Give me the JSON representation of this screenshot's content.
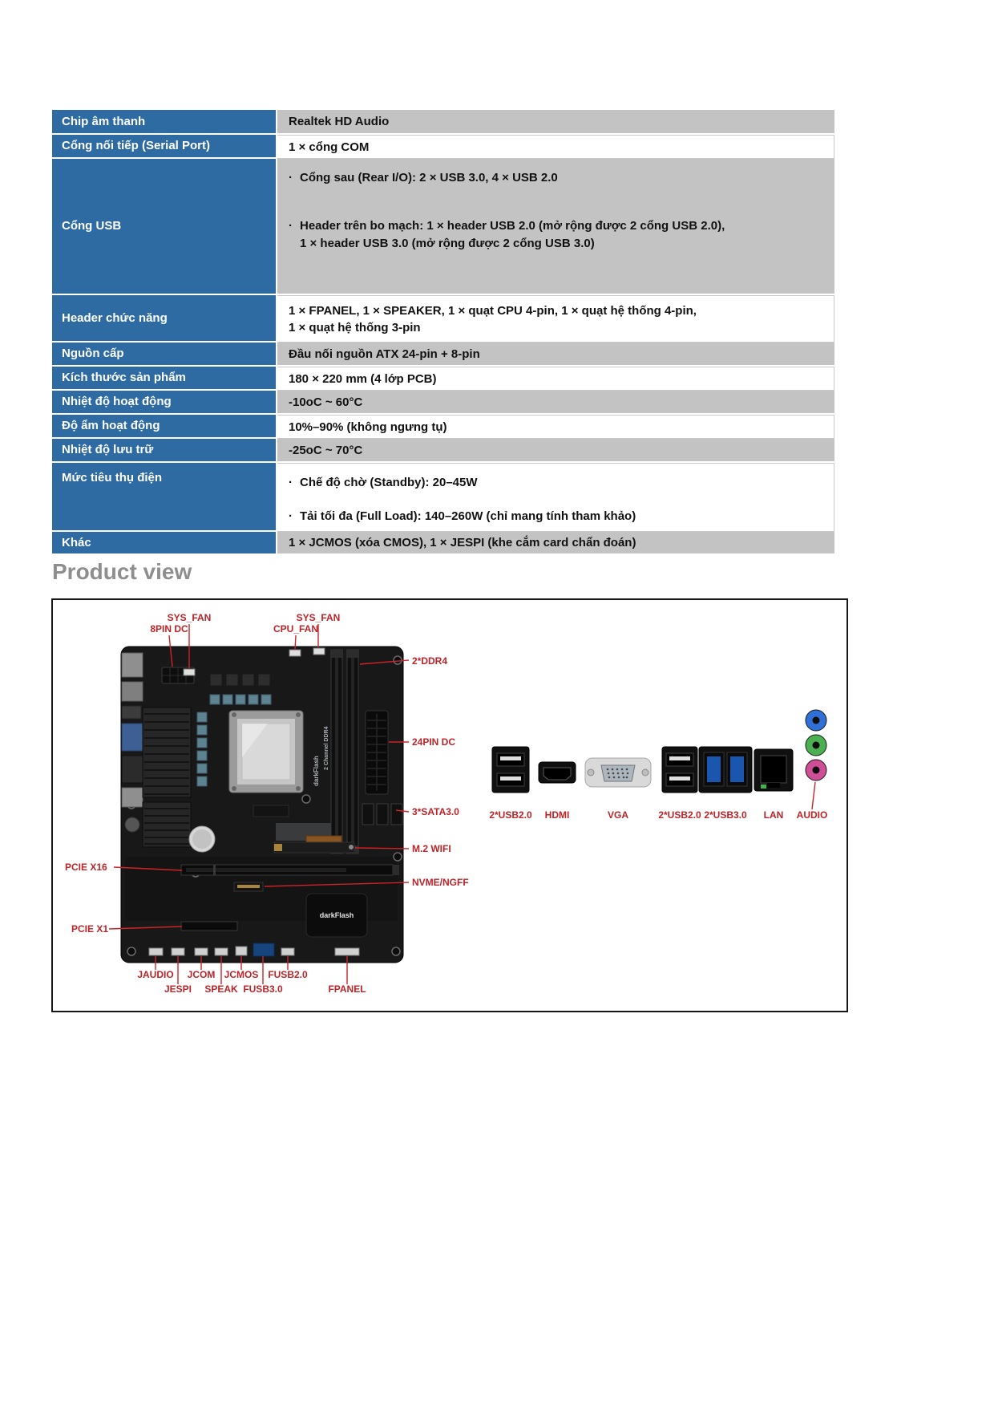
{
  "spec_table": {
    "rows": [
      {
        "label": "Chip âm thanh",
        "value": "Realtek HD Audio"
      },
      {
        "label": "Cổng nối tiếp (Serial Port)",
        "value": "1 × cổng COM"
      },
      {
        "label": "Cổng USB",
        "bullets": [
          "Cổng sau (Rear I/O): 2 × USB 3.0, 4 × USB 2.0",
          "Header trên bo mạch: 1 × header USB 2.0 (mở rộng được 2 cổng USB 2.0),\n1 × header USB 3.0 (mở rộng được 2 cổng USB 3.0)"
        ]
      },
      {
        "label": "Header chức năng",
        "value": "1 × FPANEL, 1 × SPEAKER, 1 × quạt CPU 4-pin, 1 × quạt hệ thống 4-pin,\n1 × quạt hệ thống 3-pin"
      },
      {
        "label": "Nguồn cấp",
        "value": "Đầu nối nguồn ATX 24-pin + 8-pin"
      },
      {
        "label": "Kích thước sản phẩm",
        "value": "180 × 220 mm (4 lớp PCB)"
      },
      {
        "label": "Nhiệt độ hoạt động",
        "value": "-10oC ~ 60°C"
      },
      {
        "label": "Độ ẩm hoạt động",
        "value": "10%–90% (không ngưng tụ)"
      },
      {
        "label": "Nhiệt độ lưu trữ",
        "value": "-25oC ~ 70°C"
      },
      {
        "label": "Mức tiêu thụ điện",
        "bullets": [
          "Chế độ chờ (Standby): 20–45W",
          "Tải tối đa (Full Load): 140–260W (chỉ mang tính tham khảo)"
        ]
      },
      {
        "label": "Khác",
        "value": "1 × JCMOS (xóa CMOS), 1 × JESPI (khe cắm card chẩn đoán)"
      }
    ]
  },
  "section_title": "Product view",
  "diagram": {
    "silkscreen": {
      "brand": "darkFlash",
      "ram_note": "2 Channel DDR4"
    },
    "labels": {
      "sys_fan_1": "SYS_FAN",
      "pin8_dc": "8PIN DC",
      "sys_fan_2": "SYS_FAN",
      "cpu_fan": "CPU_FAN",
      "ddr4": "2*DDR4",
      "pin24_dc": "24PIN DC",
      "sata": "3*SATA3.0",
      "m2_wifi": "M.2 WIFI",
      "nvme": "NVME/NGFF",
      "pcie_x16": "PCIE X16",
      "pcie_x1": "PCIE X1",
      "jaudio": "JAUDIO",
      "jcom": "JCOM",
      "jcmos": "JCMOS",
      "fusb2": "FUSB2.0",
      "jespi": "JESPI",
      "speak": "SPEAK",
      "fusb3": "FUSB3.0",
      "fpanel": "FPANEL",
      "io_usb2_a": "2*USB2.0",
      "io_hdmi": "HDMI",
      "io_vga": "VGA",
      "io_usb2_b": "2*USB2.0",
      "io_usb3": "2*USB3.0",
      "io_lan": "LAN",
      "io_audio": "AUDIO"
    }
  }
}
